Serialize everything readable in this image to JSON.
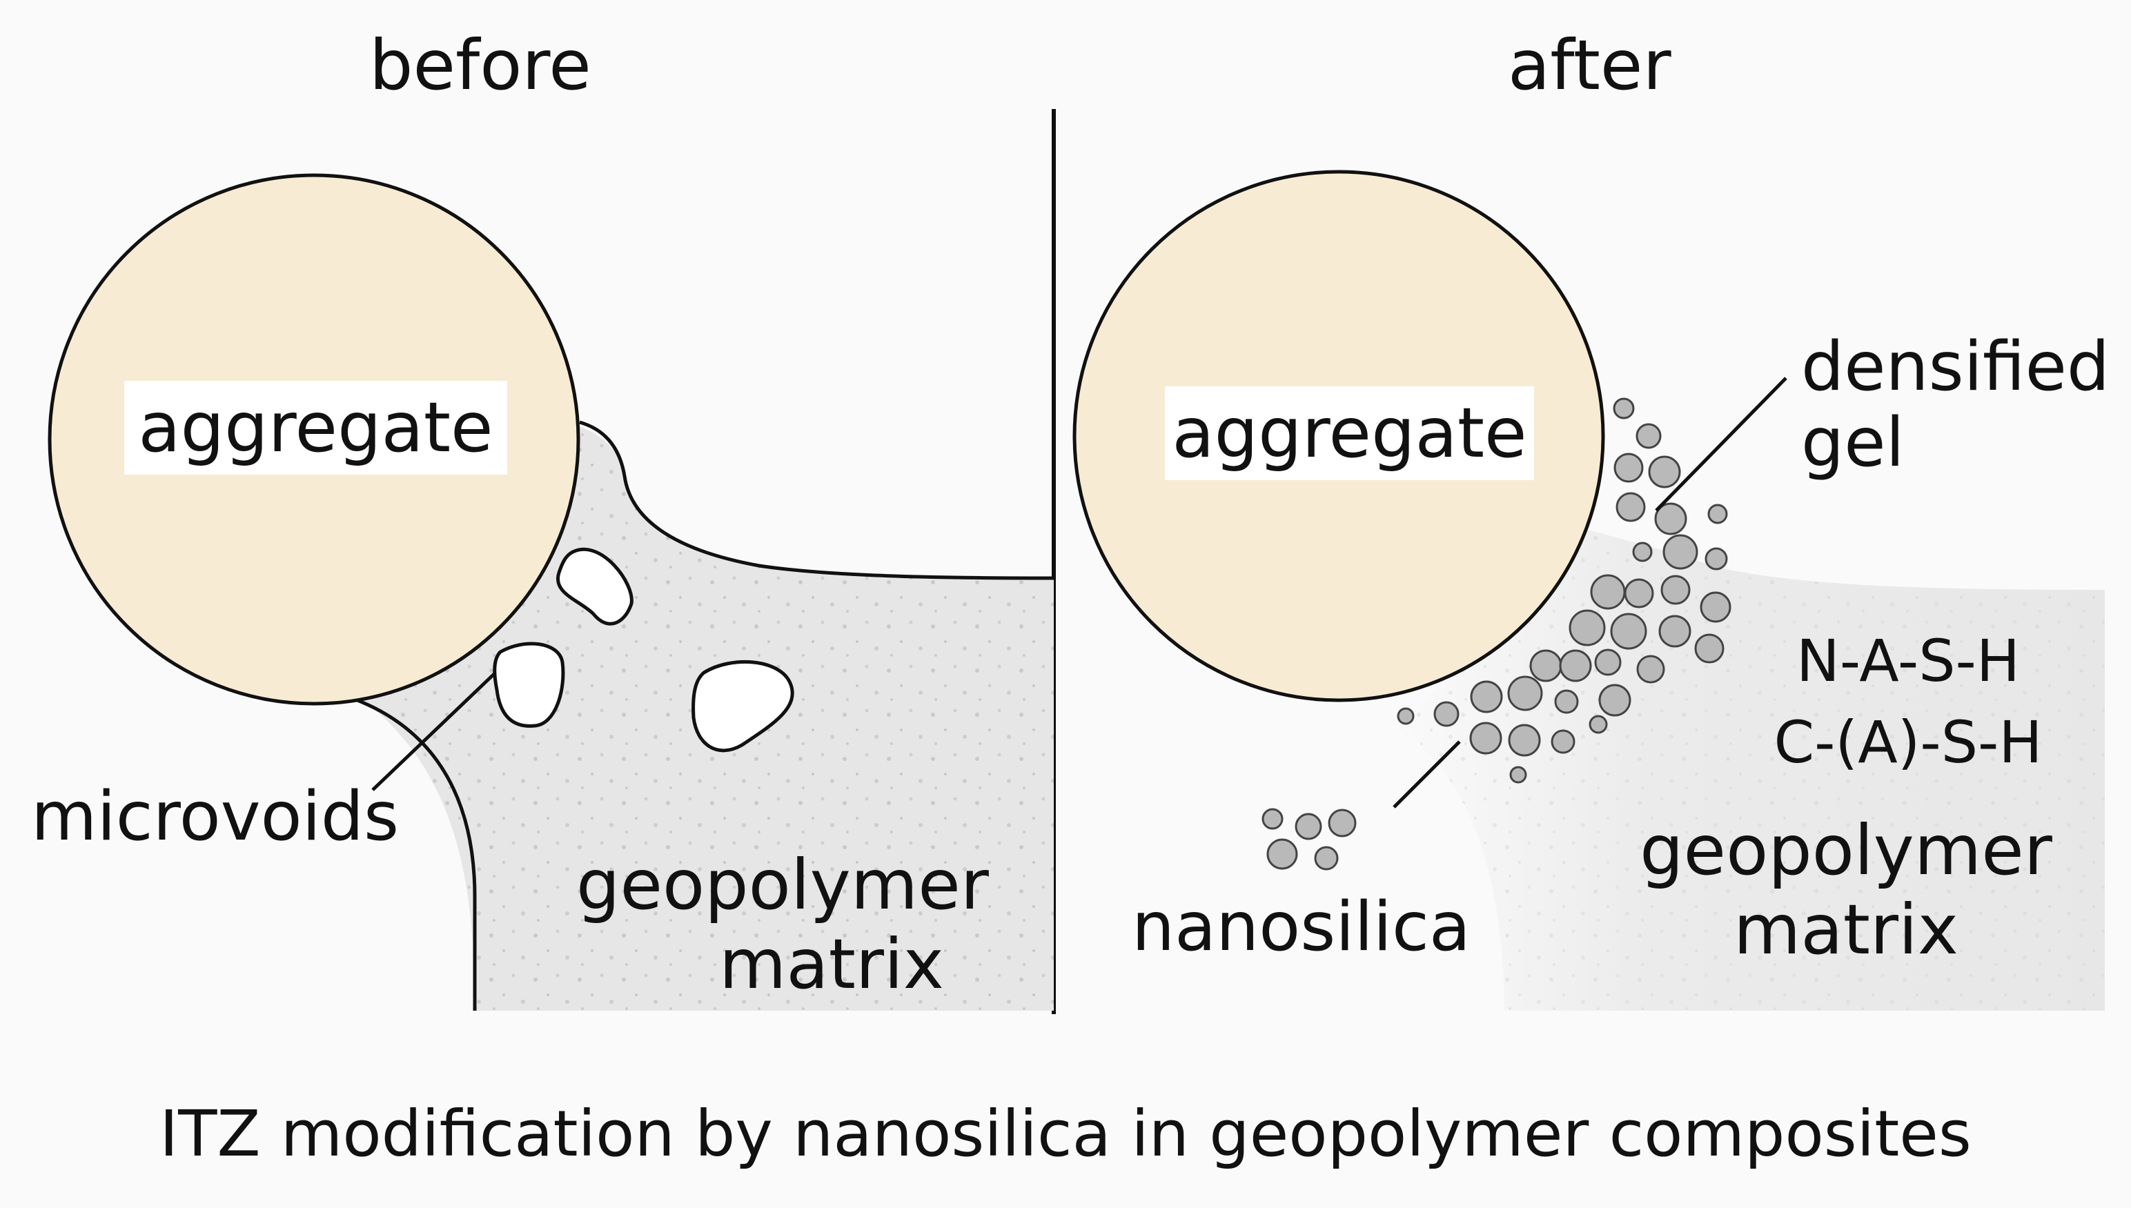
{
  "panels": {
    "before": {
      "title": "before",
      "aggregate_label": "aggregate",
      "microvoids_label": "microvoids",
      "matrix_label_line1": "geopolymer",
      "matrix_label_line2": "matrix"
    },
    "after": {
      "title": "after",
      "aggregate_label": "aggregate",
      "gel_label_line1": "densified",
      "gel_label_line2": "gel",
      "phase_label_line1": "N-A-S-H",
      "phase_label_line2": "C-(A)-S-H",
      "nanosilica_label": "nanosilica",
      "matrix_label_line1": "geopolymer",
      "matrix_label_line2": "matrix"
    }
  },
  "caption": "ITZ modification by nanosilica in geopolymer composites",
  "colors": {
    "aggregate_fill": "#f7ebd3",
    "matrix_fill": "#e6e6e6",
    "particle_fill": "#b9b9b9",
    "line": "#111111"
  }
}
